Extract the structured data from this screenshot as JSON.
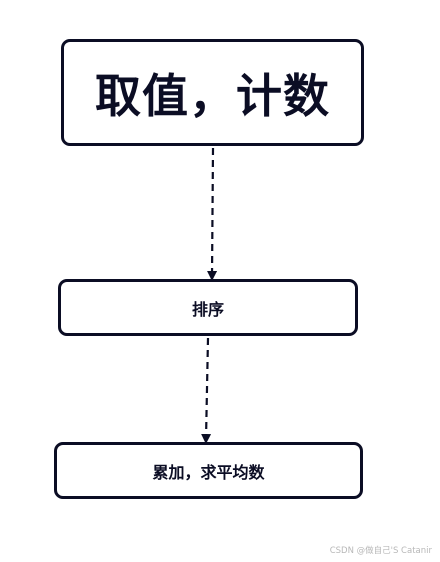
{
  "nodes": [
    {
      "label": "取值，计数"
    },
    {
      "label": "排序"
    },
    {
      "label": "累加，求平均数"
    }
  ],
  "edge_style": "dashed-arrow",
  "colors": {
    "stroke": "#0b0d24",
    "background": "#ffffff",
    "watermark": "#b8b8b8"
  },
  "watermark": "CSDN @做自己'S  Catanir"
}
